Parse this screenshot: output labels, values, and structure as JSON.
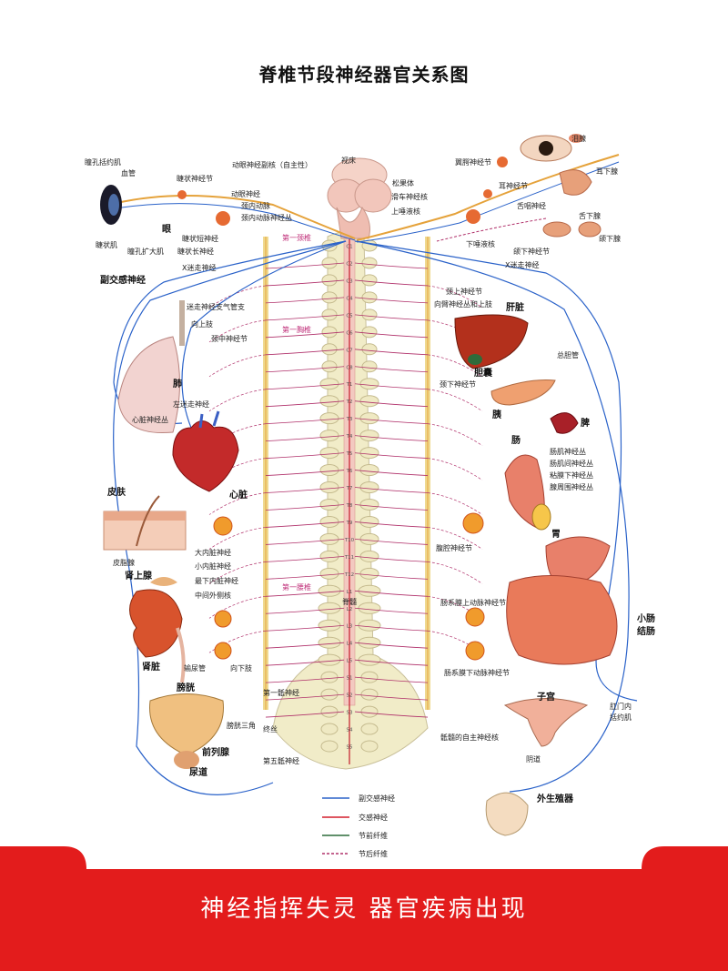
{
  "title": "脊椎节段神经器官关系图",
  "slogan": "神经指挥失灵 器官疾病出现",
  "colors": {
    "parasympathetic": "#2a62c9",
    "sympathetic": "#d41e2c",
    "preganglionic": "#2b6b3a",
    "postganglionic": "#b0306a",
    "banner": "#e31c1c",
    "organ": "#c2361f",
    "bone": "#efe9c3"
  },
  "labels": {
    "pupil_sphincter": "瞳孔括约肌",
    "blood_vessel": "血管",
    "ciliary_ganglion": "睫状神经节",
    "oculomotor_accessory": "动眼神经副核（自主性）",
    "oculomotor_nerve": "动眼神经",
    "thalamus": "视床",
    "pineal": "松果体",
    "trochlear": "滑车神经核",
    "salivatory": "上唾液核",
    "pterygopalatine": "翼腭神经节",
    "lacrimal": "泪腺",
    "parotid": "耳下腺",
    "otic_ganglion": "耳神经节",
    "glossopharyngeal": "舌咽神经",
    "sublingual": "舌下腺",
    "submandibular": "颌下腺",
    "submandibular_ganglion": "颌下神经节",
    "inferior_salivatory": "下唾液核",
    "internal_carotid": "颈内动脉",
    "carotid_plexus": "颈内动脉神经丛",
    "eye": "眼",
    "short_ciliary": "睫状短神经",
    "long_ciliary": "睫状长神经",
    "ciliary_muscle": "睫状肌",
    "pupil_dilator": "瞳孔扩大肌",
    "first_cervical": "第一颈椎",
    "vagus_left_label": "X迷走神经",
    "vagus_right_label": "X迷走神经",
    "parasympathetic_nerve": "副交感神经",
    "bronchial": "迷走神经支气管支",
    "upper_limb_left": "向上肢",
    "middle_cervical": "颈中神经节",
    "first_thoracic": "第一胸椎",
    "lung": "肺",
    "left_vagus": "左迷走神经",
    "cardiac_plexus": "心脏神经丛",
    "superior_cervical": "颈上神经节",
    "to_arm_head": "向臂神经丛和上肢",
    "liver": "肝脏",
    "gallbladder": "胆囊",
    "common_bile": "总胆管",
    "inferior_cervical": "颈下神经节",
    "pancreas": "胰",
    "spleen": "脾",
    "intestine": "肠",
    "myenteric": "肠肌神经丛",
    "intermuscular": "肠肌间神经丛",
    "submucosal": "粘膜下神经丛",
    "periglandular": "腺周围神经丛",
    "skin": "皮肤",
    "heart": "心脏",
    "sebaceous": "皮脂腺",
    "greater_splanchnic": "大内脏神经",
    "lesser_splanchnic": "小内脏神经",
    "least_splanchnic": "最下内脏神经",
    "intermediolateral": "中间外侧核",
    "adrenal": "肾上腺",
    "first_lumbar": "第一腰椎",
    "spinal_cord": "脊髓",
    "celiac": "腹腔神经节",
    "stomach": "胃",
    "superior_mesenteric": "肠系膜上动脉神经节",
    "small_intestine": "小肠",
    "colon": "结肠",
    "kidney": "肾脏",
    "ureter": "输尿管",
    "lower_limb": "向下肢",
    "inferior_mesenteric": "肠系膜下动脉神经节",
    "bladder": "膀胱",
    "first_sacral": "第一骶神经",
    "trigone": "膀胱三角",
    "filum": "终丝",
    "fifth_sacral": "第五骶神经",
    "sacral_autonomic": "骶髓的自主神经核",
    "uterus": "子宫",
    "anal_sphincter_1": "肛门内",
    "anal_sphincter_2": "括约肌",
    "prostate": "前列腺",
    "urethra": "尿道",
    "vagina": "阴道",
    "genitals": "外生殖器"
  },
  "vertebrae": [
    "C1",
    "C2",
    "C3",
    "C4",
    "C5",
    "C6",
    "C7",
    "C8",
    "T1",
    "T2",
    "T3",
    "T4",
    "T5",
    "T6",
    "T7",
    "T8",
    "T9",
    "T10",
    "T11",
    "T12",
    "L1",
    "L2",
    "L3",
    "L4",
    "L5",
    "S1",
    "S2",
    "S3",
    "S4",
    "S5"
  ],
  "legend": [
    {
      "label": "副交感神经",
      "style": "parasympathetic"
    },
    {
      "label": "交感神经",
      "style": "sympathetic"
    },
    {
      "label": "节前纤维",
      "style": "preganglionic"
    },
    {
      "label": "节后纤维",
      "style": "postganglionic"
    }
  ]
}
